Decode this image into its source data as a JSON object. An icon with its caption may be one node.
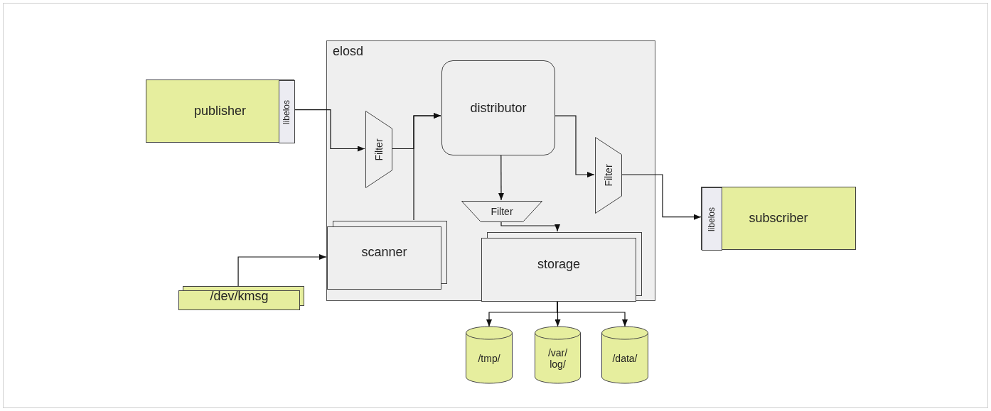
{
  "diagram": {
    "nodes": [
      {
        "text": [
          "elosd"
        ]
      },
      {
        "text": [
          "publisher"
        ]
      },
      {
        "text": [
          "libelos"
        ],
        "in": 1
      },
      {
        "text": [
          "Filter"
        ],
        "in": 0
      },
      {
        "text": [
          "distributor"
        ],
        "in": 0
      },
      {
        "text": [
          "Filter"
        ],
        "in": 0
      },
      {
        "text": [
          "Filter"
        ],
        "in": 0
      },
      {
        "text": [
          "scanner"
        ],
        "in": 0
      },
      {
        "text": [
          "storage"
        ],
        "in": 0
      },
      {
        "text": [
          "/dev/kmsg"
        ]
      },
      {
        "text": [
          "subscriber"
        ]
      },
      {
        "text": [
          "libelos"
        ],
        "in": 10
      },
      {
        "text": [
          "/tmp/"
        ]
      },
      {
        "text": [
          "/var/ log/"
        ]
      },
      {
        "text": [
          "/data/"
        ]
      }
    ],
    "edges": [
      {
        "from": 2,
        "to": 3,
        "arrow": "to"
      },
      {
        "from": 3,
        "to": 4,
        "arrow": "to"
      },
      {
        "from": 7,
        "to": 4,
        "arrow": "to"
      },
      {
        "from": 4,
        "to": 5,
        "arrow": "to"
      },
      {
        "from": 4,
        "to": 6,
        "arrow": "to"
      },
      {
        "from": 5,
        "to": 8,
        "arrow": "to"
      },
      {
        "from": 6,
        "to": 11,
        "arrow": "to"
      },
      {
        "from": 9,
        "to": 7,
        "arrow": "to"
      },
      {
        "from": 8,
        "to": 12,
        "arrow": "to"
      },
      {
        "from": 8,
        "to": 13,
        "arrow": "to"
      },
      {
        "from": 8,
        "to": 14,
        "arrow": "to"
      }
    ]
  }
}
